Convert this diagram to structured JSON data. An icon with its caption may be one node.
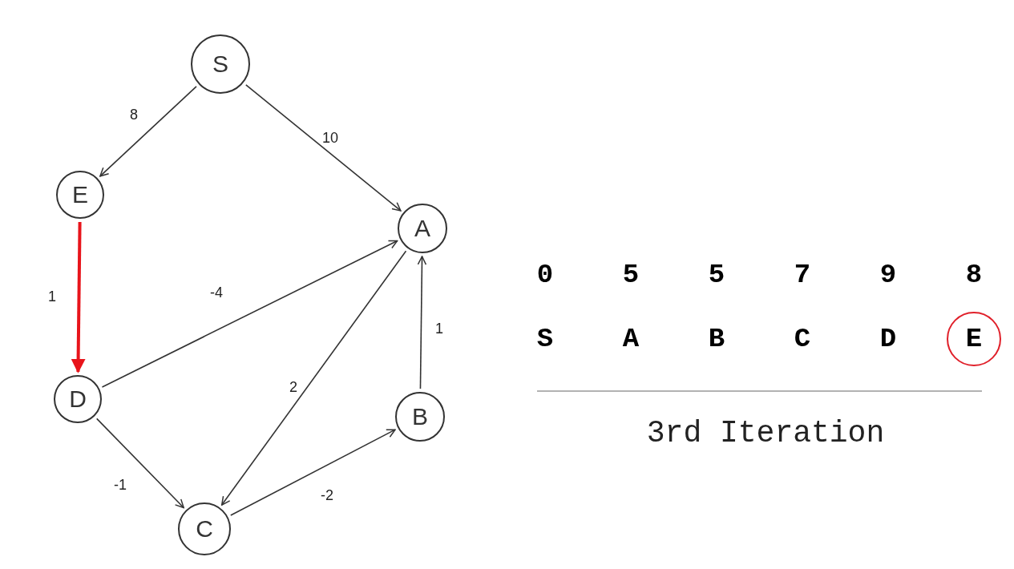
{
  "diagram": {
    "nodes": [
      {
        "text": [
          "S"
        ]
      },
      {
        "text": [
          "E"
        ]
      },
      {
        "text": [
          "A"
        ]
      },
      {
        "text": [
          "D"
        ]
      },
      {
        "text": [
          "B"
        ]
      },
      {
        "text": [
          "C"
        ]
      },
      {
        "text": [
          "E"
        ]
      }
    ],
    "edges": [
      {
        "from": 0,
        "to": 1,
        "arrow": "to",
        "label": "8"
      },
      {
        "from": 0,
        "to": 2,
        "arrow": "to",
        "label": "10"
      },
      {
        "from": 1,
        "to": 3,
        "arrow": "to",
        "label": "1",
        "style": "thick",
        "color": "#e8141b"
      },
      {
        "from": 3,
        "to": 2,
        "arrow": "to",
        "label": "-4"
      },
      {
        "from": 3,
        "to": 5,
        "arrow": "to",
        "label": "-1"
      },
      {
        "from": 2,
        "to": 5,
        "arrow": "to",
        "label": "2"
      },
      {
        "from": 5,
        "to": 4,
        "arrow": "to",
        "label": "-2"
      },
      {
        "from": 4,
        "to": 2,
        "arrow": "to",
        "label": "1"
      }
    ],
    "labels": [
      "0",
      "5",
      "5",
      "7",
      "9",
      "8",
      "S",
      "A",
      "B",
      "C",
      "D",
      "3rd Iteration"
    ]
  }
}
